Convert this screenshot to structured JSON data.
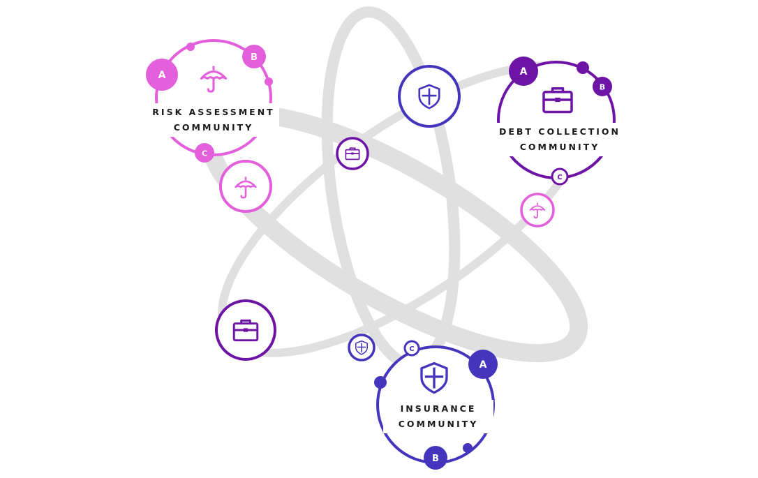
{
  "colors": {
    "pink": "#e35fdb",
    "purple": "#6d13a6",
    "blue": "#4535bd",
    "orbit": "#e0e0e0"
  },
  "communities": {
    "risk": {
      "line1": "RISK ASSESSMENT",
      "line2": "COMMUNITY",
      "node_a": "A",
      "node_b": "B",
      "node_c": "C",
      "icon": "umbrella-icon"
    },
    "debt": {
      "line1": "DEBT COLLECTION",
      "line2": "COMMUNITY",
      "node_a": "A",
      "node_b": "B",
      "node_c": "C",
      "icon": "briefcase-icon"
    },
    "insurance": {
      "line1": "INSURANCE",
      "line2": "COMMUNITY",
      "node_a": "A",
      "node_b": "B",
      "node_c": "C",
      "icon": "shield-icon"
    }
  }
}
